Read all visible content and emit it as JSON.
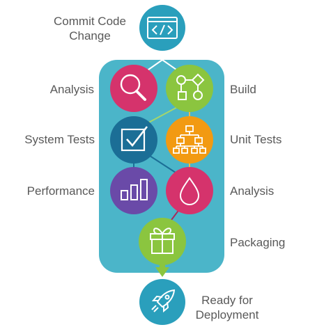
{
  "labels": {
    "commit_line1": "Commit Code",
    "commit_line2": "Change",
    "analysis_left": "Analysis",
    "build": "Build",
    "system_tests": "System Tests",
    "unit_tests": "Unit Tests",
    "performance": "Performance",
    "analysis_right": "Analysis",
    "packaging": "Packaging",
    "ready_line1": "Ready for",
    "ready_line2": "Deployment"
  },
  "colors": {
    "panel": "#4bb5c9",
    "endpoint": "#2a9fbc",
    "analysis": "#d5336c",
    "build": "#8bc53f",
    "system_tests": "#1b6e96",
    "unit_tests": "#f29a12",
    "performance": "#6a4aa8",
    "analysis_right": "#d5336c",
    "packaging": "#8bc53f",
    "arrow": "#8bc53f",
    "text": "#595959"
  },
  "icons": {
    "commit": "code-window-icon",
    "analysis": "magnifier-icon",
    "build": "flowchart-icon",
    "system_tests": "checkbox-icon",
    "unit_tests": "hierarchy-icon",
    "performance": "bar-chart-icon",
    "analysis_right": "drop-icon",
    "packaging": "gift-icon",
    "deploy": "rocket-icon"
  }
}
